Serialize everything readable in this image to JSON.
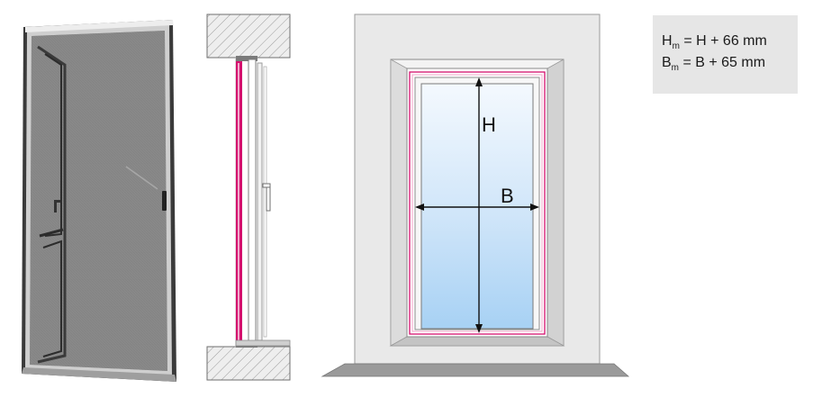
{
  "dimensions": {
    "height_label": "H",
    "width_label": "B"
  },
  "formulas": [
    {
      "var": "H",
      "sub": "m",
      "expr": " = H + 66 mm"
    },
    {
      "var": "B",
      "sub": "m",
      "expr": " = B + 65 mm"
    }
  ],
  "colors": {
    "screen_frame_accent": "#d4106e",
    "wall": "#e9e9e9",
    "glass_top": "#eef6fd",
    "glass_bottom": "#a8d2f5",
    "dimension_line": "#111111"
  }
}
